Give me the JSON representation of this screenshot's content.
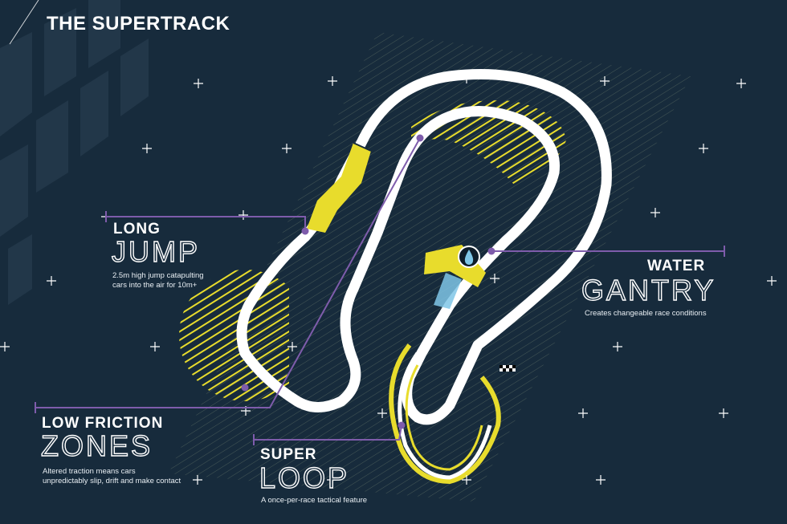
{
  "header": {
    "title": "THE SUPERTRACK"
  },
  "features": {
    "long_jump": {
      "line1": "LONG",
      "line2": "JUMP",
      "description": "2.5m high jump catapulting\ncars into the air for 10m+"
    },
    "water_gantry": {
      "line1": "WATER",
      "line2": "GANTRY",
      "description": "Creates changeable race conditions"
    },
    "low_friction": {
      "line1": "LOW FRICTION",
      "line2": "ZONES",
      "description": "Altered traction means cars\nunpredictably slip, drift and make contact"
    },
    "super_loop": {
      "line1": "SUPER",
      "line2": "LOOP",
      "description": "A once-per-race tactical feature"
    }
  },
  "colors": {
    "background": "#172b3c",
    "track": "#ffffff",
    "accent_yellow": "#e8dc2c",
    "callout_purple": "#7e5cab",
    "water_blue": "#7fc6e6"
  },
  "icons": [
    "water-drop-icon",
    "chequered-flag-icon"
  ]
}
